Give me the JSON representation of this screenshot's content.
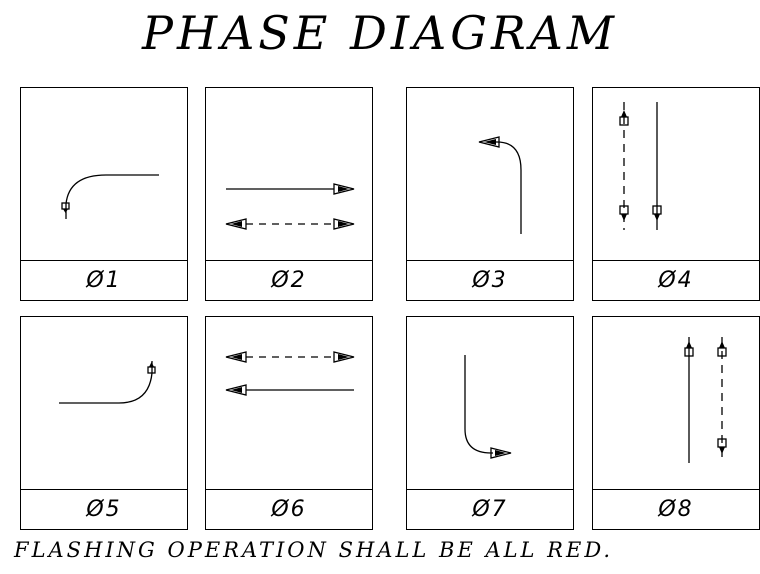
{
  "title": "PHASE DIAGRAM",
  "phases": [
    {
      "label": "Ø1",
      "movement": "left-turn-from-east-curve"
    },
    {
      "label": "Ø2",
      "movement": "through-solid-and-dashed-eastbound"
    },
    {
      "label": "Ø3",
      "movement": "left-turn-northbound"
    },
    {
      "label": "Ø4",
      "movement": "pedestrian-dashed-and-vehicle-southbound"
    },
    {
      "label": "Ø5",
      "movement": "left-turn-from-west-curve"
    },
    {
      "label": "Ø6",
      "movement": "through-dashed-and-solid-westbound"
    },
    {
      "label": "Ø7",
      "movement": "left-turn-southbound"
    },
    {
      "label": "Ø8",
      "movement": "vehicle-and-pedestrian-dashed-northbound"
    }
  ],
  "note": "FLASHING OPERATION SHALL BE ALL RED."
}
